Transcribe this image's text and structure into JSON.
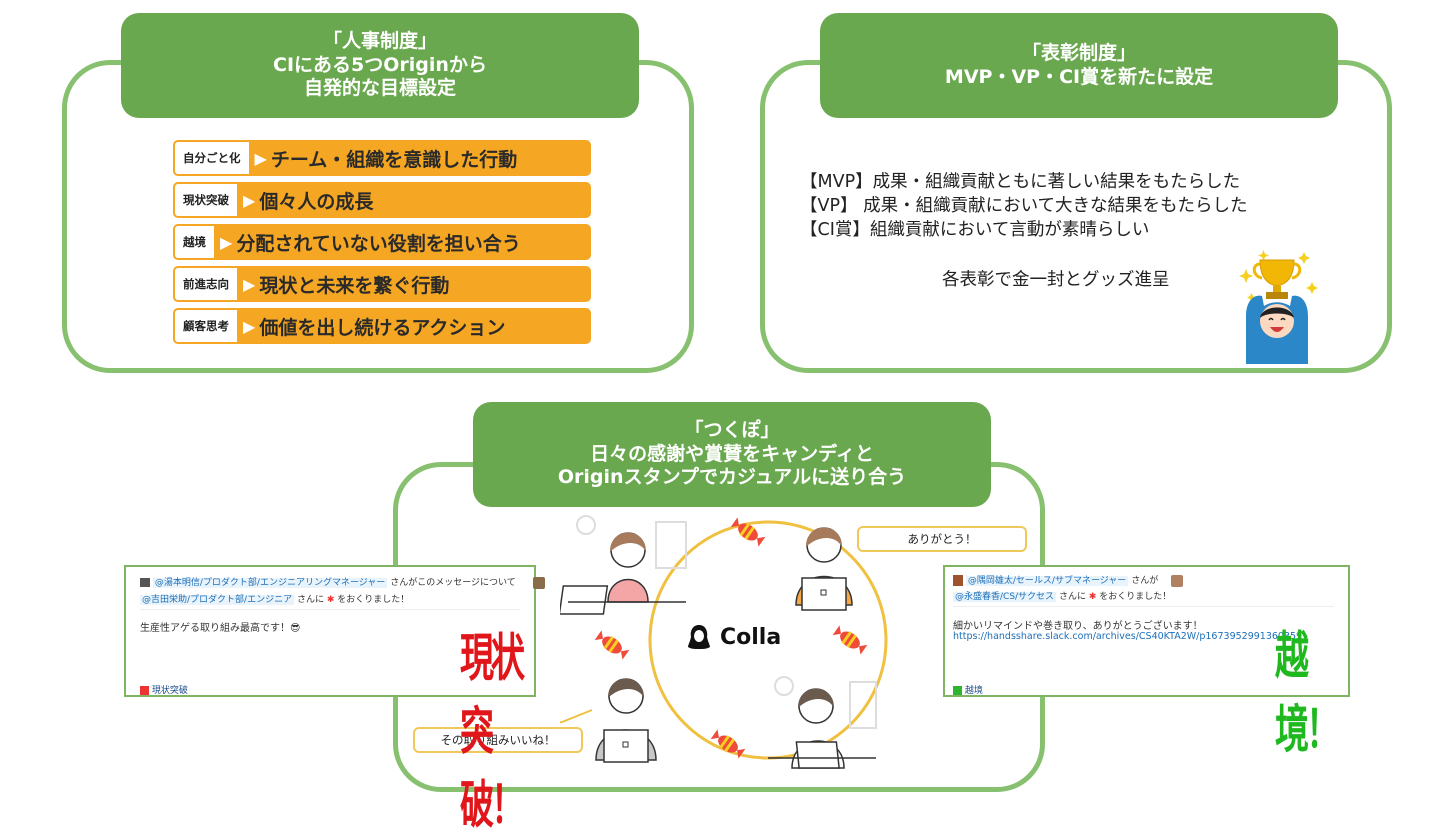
{
  "panels": {
    "hr_system": {
      "title_lines": [
        "「人事制度」",
        "CIにある5つOriginから",
        "自発的な目標設定"
      ],
      "origins": [
        {
          "tag": "自分ごと化",
          "arrow": "▶",
          "text": "チーム・組織を意識した行動"
        },
        {
          "tag": "現状突破",
          "arrow": "▶",
          "text": "個々人の成長"
        },
        {
          "tag": "越境",
          "arrow": "▶",
          "text": "分配されていない役割を担い合う"
        },
        {
          "tag": "前進志向",
          "arrow": "▶",
          "text": "現状と未来を繋ぐ行動"
        },
        {
          "tag": "顧客思考",
          "arrow": "▶",
          "text": "価値を出し続けるアクション"
        }
      ]
    },
    "award_system": {
      "title_lines": [
        "「表彰制度」",
        "MVP・VP・CI賞を新たに設定"
      ],
      "awards": [
        "【MVP】成果・組織貢献ともに著しい結果をもたらした",
        "【VP】 成果・組織貢献において大きな結果をもたらした",
        "【CI賞】組織貢献において言動が素晴らしい"
      ],
      "note": "各表彰で金一封とグッズ進呈",
      "illustration": "trophy-person-icon"
    },
    "tsukupo": {
      "title_lines": [
        "「つくぽ」",
        "日々の感謝や賞賛をキャンディと",
        "Originスタンプでカジュアルに送り合う"
      ],
      "center_logo": "Colla",
      "bubbles": [
        "ありがとう！",
        "その取り組みいいね！"
      ],
      "slack_messages": [
        {
          "sender": "@湯本明信/プロダクト部/エンジニアリングマネージャー",
          "sender_suffix": "さんがこのメッセージについて",
          "recipient": "@吉田栄助/プロダクト部/エンジニア",
          "recipient_suffix": "さんに",
          "sent_suffix": "をおくりました！",
          "body": "生産性アゲる取り組み最高です！😎",
          "link": "",
          "stamp_label": "現状突破",
          "big_stamp": "現状突破！",
          "stamp_color": "#e0161b"
        },
        {
          "sender": "@隅岡雄太/セールス/サブマネージャー",
          "sender_suffix": "さんが",
          "recipient": "@永盛春香/CS/サクセス",
          "recipient_suffix": "さんに",
          "sent_suffix": "をおくりました！",
          "body": "細かいリマインドや巻き取り、ありがとうございます！",
          "link": "https://handsshare.slack.com/archives/CS40KTA2W/p1673952991360359",
          "stamp_label": "越境",
          "big_stamp": "越境！",
          "stamp_color": "#1fb81f"
        }
      ]
    }
  },
  "colors": {
    "header_green": "#6aa84f",
    "frame_green": "#87c06f",
    "origin_orange": "#f5a623",
    "candy_line": "#f0c040"
  }
}
